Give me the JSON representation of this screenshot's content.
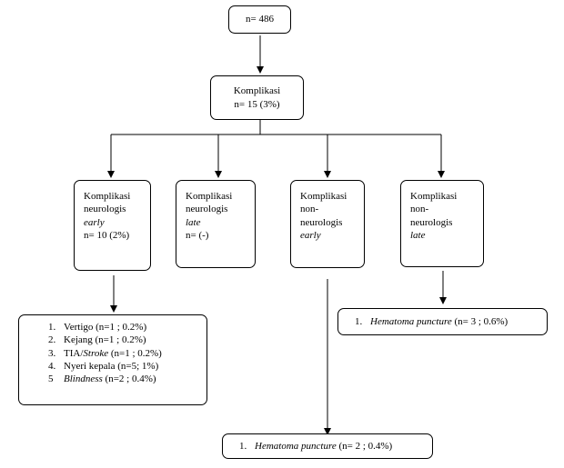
{
  "root": {
    "label": "n= 486"
  },
  "complication": {
    "title": "Komplikasi",
    "count": "n= 15 (3%)"
  },
  "branches": [
    {
      "key": "neuro-early",
      "lines": [
        {
          "text": "Komplikasi",
          "italic": false
        },
        {
          "text": "neurologis",
          "italic": false
        },
        {
          "text": "early",
          "italic": true
        },
        {
          "text": "n= 10 (2%)",
          "italic": false
        }
      ]
    },
    {
      "key": "neuro-late",
      "lines": [
        {
          "text": "Komplikasi",
          "italic": false
        },
        {
          "text": "neurologis",
          "italic": false
        },
        {
          "text": "late",
          "italic": true
        },
        {
          "text": "n= (-)",
          "italic": false
        }
      ]
    },
    {
      "key": "nonneuro-early",
      "lines": [
        {
          "text": "Komplikasi",
          "italic": false
        },
        {
          "text": "non-",
          "italic": false
        },
        {
          "text": "neurologis",
          "italic": false
        },
        {
          "text": "early",
          "italic": true
        }
      ]
    },
    {
      "key": "nonneuro-late",
      "lines": [
        {
          "text": "Komplikasi",
          "italic": false
        },
        {
          "text": "non-",
          "italic": false
        },
        {
          "text": "neurologis",
          "italic": false
        },
        {
          "text": "late",
          "italic": true
        }
      ]
    }
  ],
  "neuro_early_outcomes": [
    {
      "num": "1.",
      "parts": [
        {
          "text": "Vertigo  (n=1 ; 0.2%)",
          "italic": false
        }
      ]
    },
    {
      "num": "2.",
      "parts": [
        {
          "text": "Kejang  (n=1 ; 0.2%)",
          "italic": false
        }
      ]
    },
    {
      "num": "3.",
      "parts": [
        {
          "text": "TIA/",
          "italic": false
        },
        {
          "text": "Stroke",
          "italic": true
        },
        {
          "text": " (n=1 ; 0.2%)",
          "italic": false
        }
      ]
    },
    {
      "num": "4.",
      "parts": [
        {
          "text": "Nyeri kepala  (n=5; 1%)",
          "italic": false
        }
      ]
    },
    {
      "num": "5",
      "parts": [
        {
          "text": "Blindness",
          "italic": true
        },
        {
          "text": "  (n=2 ; 0.4%)",
          "italic": false
        }
      ]
    }
  ],
  "nonneuro_late_outcome": {
    "num": "1.",
    "name": "Hematoma puncture",
    "stat": " (n= 3 ; 0.6%)"
  },
  "nonneuro_early_outcome": {
    "num": "1.",
    "name": "Hematoma puncture",
    "stat": " (n= 2 ; 0.4%)"
  }
}
